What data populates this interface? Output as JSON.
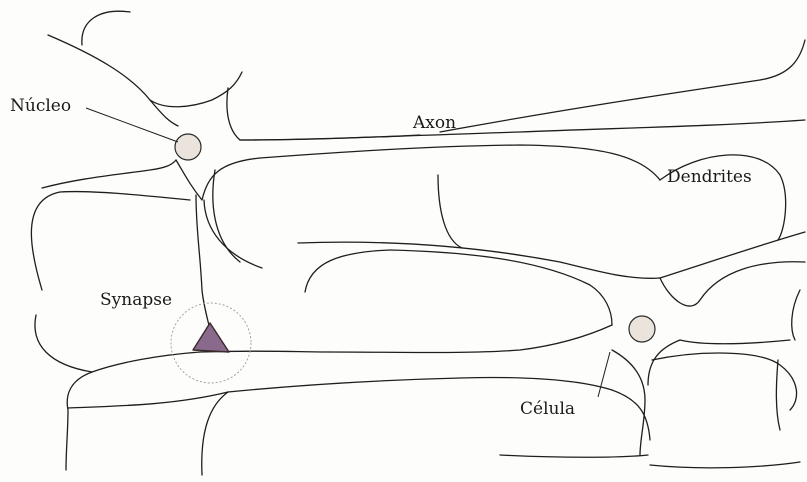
{
  "labels": {
    "nucleus": "Núcleo",
    "axon": "Axon",
    "dendrites": "Dendrites",
    "synapse": "Synapse",
    "cell": "Célula"
  },
  "colors": {
    "synapse_fill": "#8a6a8c",
    "nucleus_fill": "#eae4dc",
    "line": "#1e1e1e"
  }
}
